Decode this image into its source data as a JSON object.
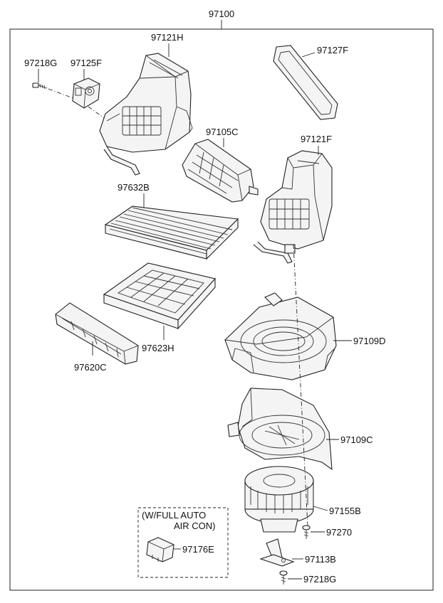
{
  "diagram": {
    "assembly_number": "97100",
    "parts": [
      {
        "id": "duct-97121h",
        "number": "97121H"
      },
      {
        "id": "bolt-97218g-top",
        "number": "97218G"
      },
      {
        "id": "actuator-97125f",
        "number": "97125F"
      },
      {
        "id": "seal-97127f",
        "number": "97127F"
      },
      {
        "id": "cover-97105c",
        "number": "97105C"
      },
      {
        "id": "duct-97121f",
        "number": "97121F"
      },
      {
        "id": "filter-97632b",
        "number": "97632B"
      },
      {
        "id": "frame-97623h",
        "number": "97623H"
      },
      {
        "id": "cover-97620c",
        "number": "97620C"
      },
      {
        "id": "case-97109d",
        "number": "97109D"
      },
      {
        "id": "case-97109c",
        "number": "97109C"
      },
      {
        "id": "motor-97155b",
        "number": "97155B"
      },
      {
        "id": "screw-97270",
        "number": "97270"
      },
      {
        "id": "bracket-97113b",
        "number": "97113B"
      },
      {
        "id": "bolt-97218g-bottom",
        "number": "97218G"
      },
      {
        "id": "resistor-97176e",
        "number": "97176E"
      }
    ],
    "option_note": {
      "line1": "(W/FULL AUTO",
      "line2": "AIR CON)"
    }
  }
}
